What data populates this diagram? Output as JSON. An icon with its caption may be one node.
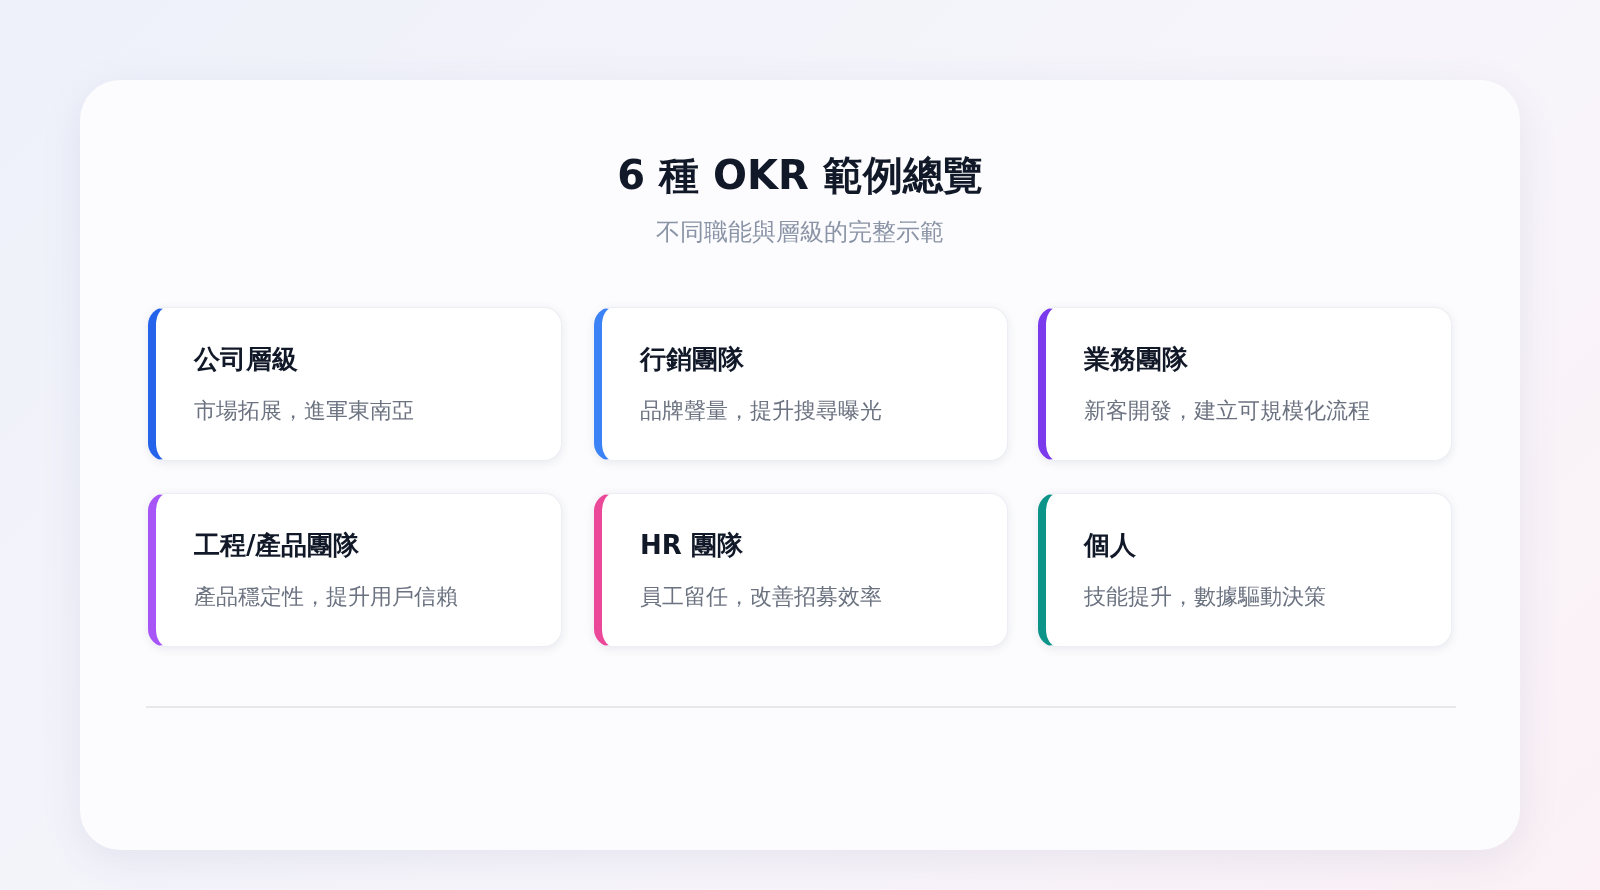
{
  "diagram": {
    "title": "6 種 OKR 範例總覽",
    "nodes": [
      {
        "text": [
          "公司層級",
          "市場拓展，進軍東南亞"
        ]
      },
      {
        "text": [
          "行銷團隊",
          "品牌聲量，提升搜尋曝光"
        ]
      },
      {
        "text": [
          "業務團隊",
          "新客開發，建立可規模化流程"
        ]
      },
      {
        "text": [
          "工程/產品團隊",
          "產品穩定性，提升用戶信賴"
        ]
      },
      {
        "text": [
          "HR 團隊",
          "員工留任，改善招募效率"
        ]
      },
      {
        "text": [
          "個人",
          "技能提升，數據驅動決策"
        ]
      }
    ],
    "labels": [
      "不同職能與層級的完整示範"
    ]
  }
}
